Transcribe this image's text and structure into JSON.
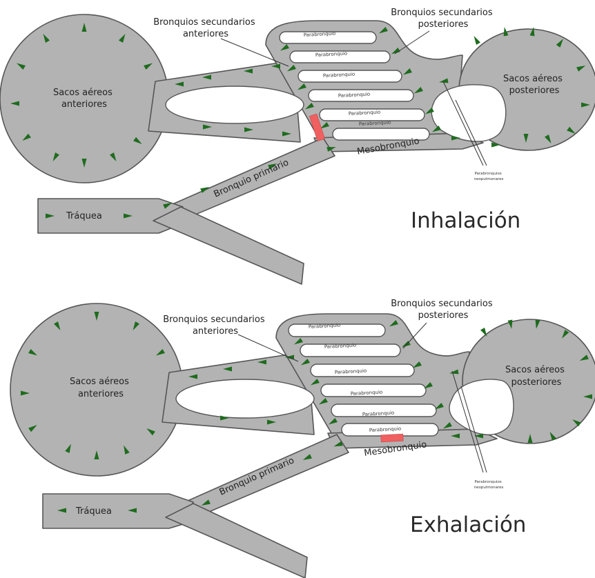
{
  "colors": {
    "airway_fill": "#b3b3b3",
    "airway_outline": "#555555",
    "airflow_arrow": "#1f6b1f",
    "valve": "#f06060"
  },
  "inhalation": {
    "title": "Inhalación",
    "anterior_sacs": [
      "Sacos aéreos",
      "anteriores"
    ],
    "posterior_sacs": [
      "Sacos aéreos",
      "posteriores"
    ],
    "secondary_anterior": [
      "Bronquios secundarios",
      "anteriores"
    ],
    "secondary_posterior": [
      "Bronquios secundarios",
      "posteriores"
    ],
    "mesobronchus": "Mesobronquio",
    "primary_bronchus": "Bronquio primario",
    "trachea": "Tráquea",
    "parabronchi": [
      "Parabronquio",
      "Parabronquio",
      "Parabronquio",
      "Parabronquio",
      "Parabronquio",
      "Parabronquio"
    ],
    "neopulmonic": [
      "Parabronquios",
      "neopulmonares"
    ]
  },
  "exhalation": {
    "title": "Exhalación",
    "anterior_sacs": [
      "Sacos aéreos",
      "anteriores"
    ],
    "posterior_sacs": [
      "Sacos aéreos",
      "posteriores"
    ],
    "secondary_anterior": [
      "Bronquios secundarios",
      "anteriores"
    ],
    "secondary_posterior": [
      "Bronquios secundarios",
      "posteriores"
    ],
    "mesobronchus": "Mesobronquio",
    "primary_bronchus": "Bronquio primario",
    "trachea": "Tráquea",
    "parabronchi": [
      "Parabronquio",
      "Parabronquio",
      "Parabronquio",
      "Parabronquio",
      "Parabronquio",
      "Parabronquio"
    ],
    "neopulmonic": [
      "Parabronquios",
      "neopulmonares"
    ]
  }
}
